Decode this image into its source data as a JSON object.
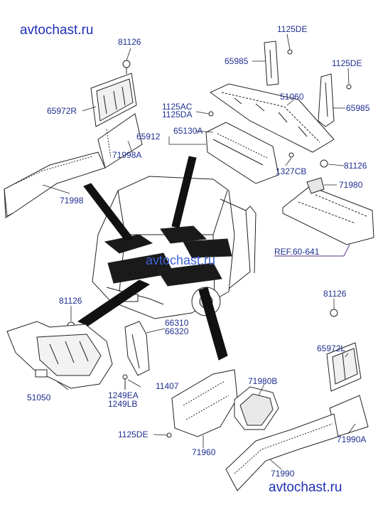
{
  "watermarks": {
    "top": "avtochast.ru",
    "middle": "avtochast.ru",
    "bottom": "avtochast.ru"
  },
  "labels": {
    "p81126_top": "81126",
    "p1125DE_top": "1125DE",
    "p65985_left": "65985",
    "p1125DE_right": "1125DE",
    "p65972R": "65972R",
    "p1125AC": "1125AC",
    "p1125DA": "1125DA",
    "p51060": "51060",
    "p65985_right": "65985",
    "p65912": "65912",
    "p65130A": "65130A",
    "p71998A": "71998A",
    "p1327CB": "1327CB",
    "p81126_right": "81126",
    "p71998": "71998",
    "p71980": "71980",
    "ref": "REF.60-641",
    "p81126_left": "81126",
    "p81126_lowright": "81126",
    "p66310": "66310",
    "p66320": "66320",
    "p65972L": "65972L",
    "p51050": "51050",
    "p1249EA": "1249EA",
    "p1249LB": "1249LB",
    "p11407": "11407",
    "p71980B": "71980B",
    "p1125DE_bottom": "1125DE",
    "p71960": "71960",
    "p71990A": "71990A",
    "p71990": "71990"
  },
  "colors": {
    "label": "#1f2f8f",
    "watermark": "#1f2fb5",
    "line": "#222222",
    "part_fill": "#ffffff",
    "shade": "#d9d9d9"
  }
}
